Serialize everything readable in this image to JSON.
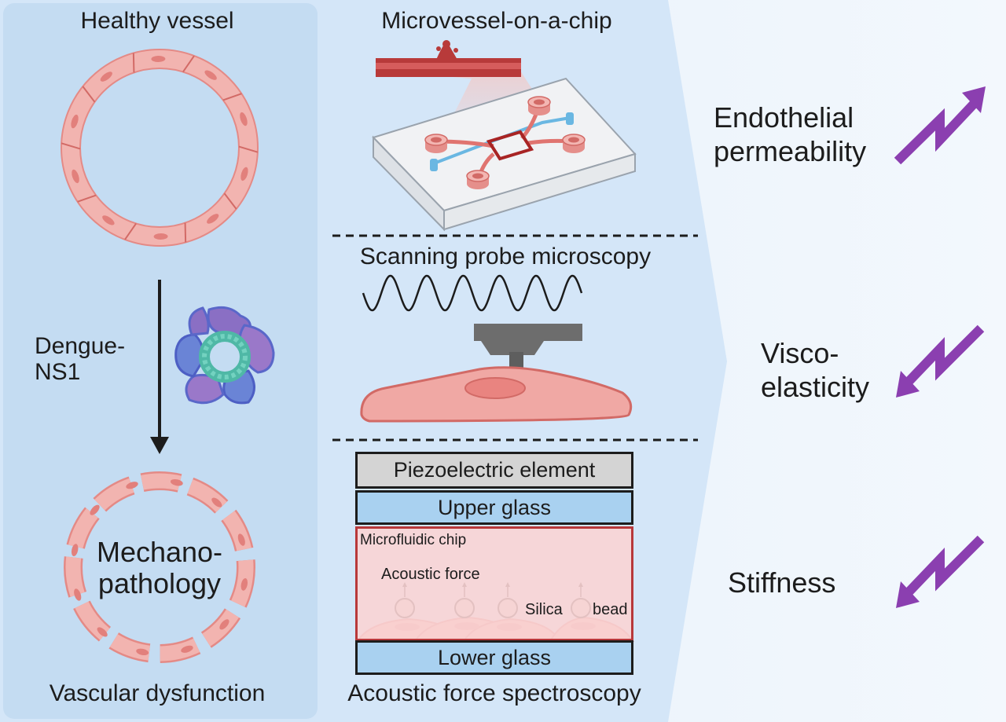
{
  "left_panel": {
    "title": "Healthy vessel",
    "arrow_label": "Dengue-\nNS1",
    "center_label": "Mechano-\npathology",
    "footer": "Vascular dysfunction"
  },
  "middle_panel": {
    "chip_title": "Microvessel-on-a-chip",
    "spm_title": "Scanning probe microscopy",
    "afs": {
      "piezo": "Piezoelectric element",
      "upper": "Upper glass",
      "chip": "Microfluidic chip",
      "force": "Acoustic force",
      "bead_left": "Silica",
      "bead_right": "bead",
      "lower": "Lower glass",
      "footer": "Acoustic force spectroscopy"
    }
  },
  "right_panel": {
    "outcomes": [
      {
        "label": "Endothelial\npermeability",
        "trend": "up"
      },
      {
        "label": "Visco-\nelasticity",
        "trend": "down"
      },
      {
        "label": "Stiffness",
        "trend": "down"
      }
    ]
  },
  "colors": {
    "panel_blue": "#c4dcf2",
    "mid_blue": "#d4e6f8",
    "cell_pink": "#f0a8a4",
    "trend_purple": "#8b3fb0"
  }
}
